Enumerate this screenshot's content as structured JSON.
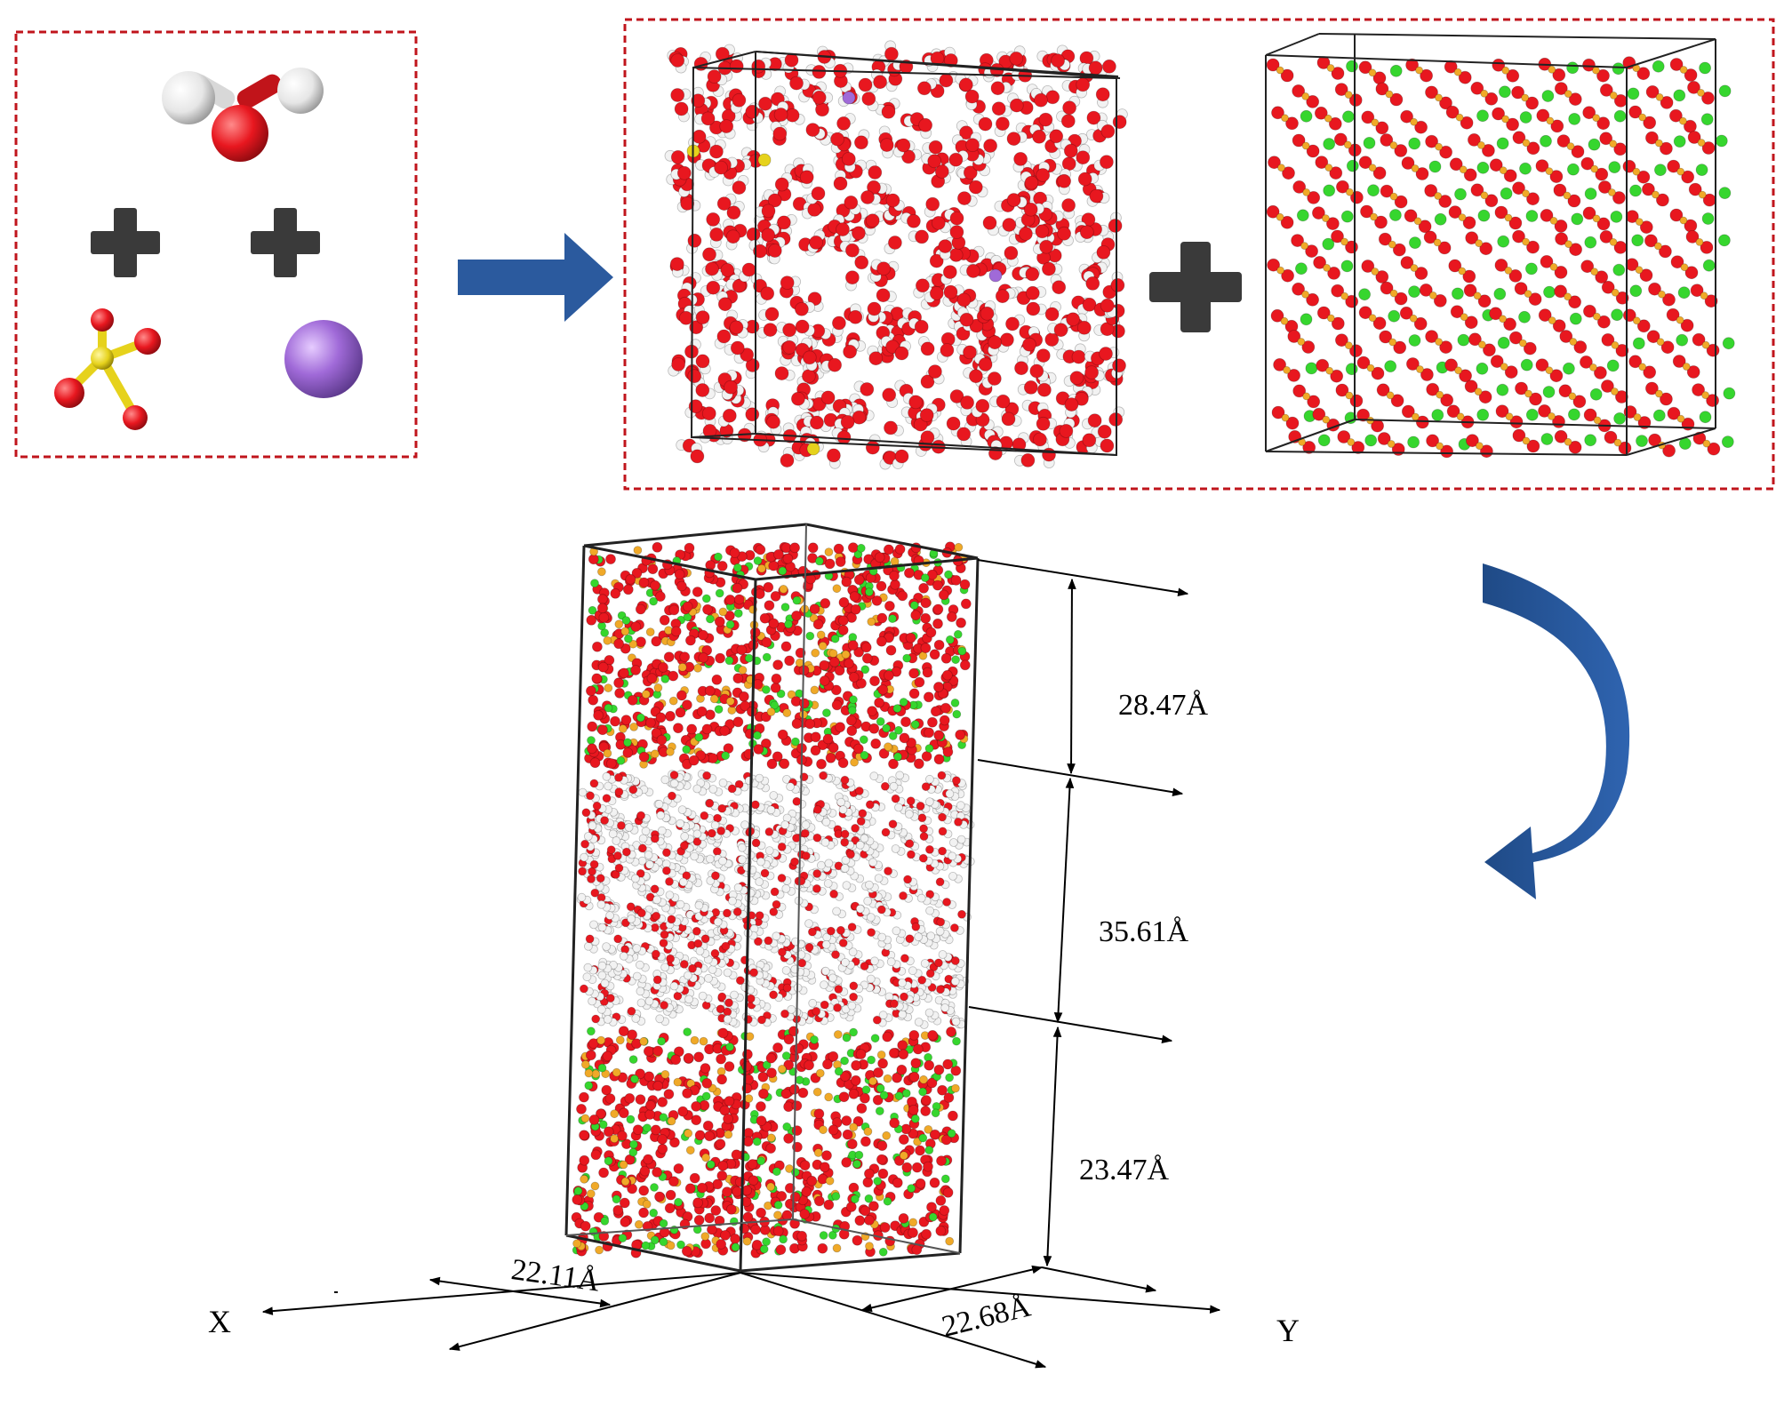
{
  "figure": {
    "dimensions": {
      "top_layer": "28.47Å",
      "middle_layer": "35.61Å",
      "bottom_layer": "23.47Å",
      "x_width": "22.11Å",
      "y_width": "22.68Å"
    },
    "axes": {
      "x": "X",
      "y": "Y"
    },
    "components": {
      "water_molecule": "water-molecule-icon",
      "sulfate_ion": "sulfate-ion-icon",
      "potassium_ion": "potassium-ion-icon",
      "solution_box": "water-solution-box",
      "crystal_box": "mineral-crystal-box",
      "combined_box": "combined-slab-box"
    },
    "colors": {
      "oxygen": "#e8171f",
      "hydrogen": "#f2f2f2",
      "sulfur": "#e6d21c",
      "potassium": "#a06ad8",
      "calcium": "#36d62e",
      "frame": "#c0151c",
      "arrow": "#2b5a9e",
      "plus": "#3a3a3a"
    }
  }
}
